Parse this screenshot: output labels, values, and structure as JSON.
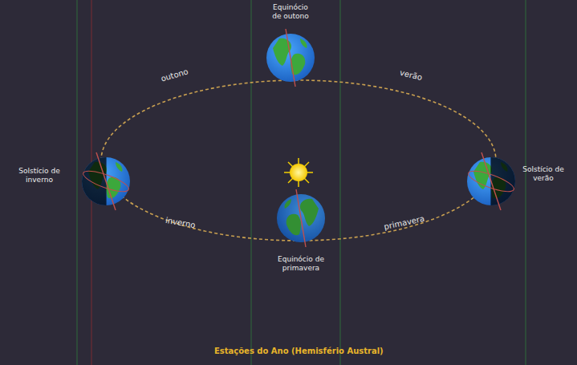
{
  "diagram": {
    "title": "Estações do Ano (Hemisfério Austral)",
    "labels": [
      "Equinócio de outono",
      "outono",
      "verão",
      "Solstício de inverno",
      "Solstício de verão",
      "inverno",
      "primavera",
      "Equinócio de primavera"
    ]
  }
}
